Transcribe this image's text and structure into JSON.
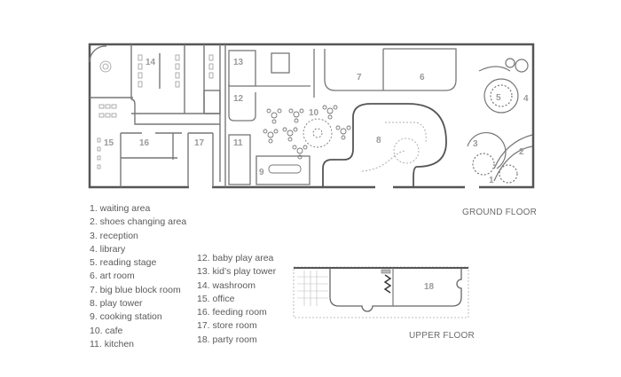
{
  "ground_floor": {
    "label": "GROUND FLOOR",
    "room_numbers": [
      "1",
      "2",
      "3",
      "4",
      "5",
      "6",
      "7",
      "8",
      "9",
      "10",
      "11",
      "12",
      "13",
      "14",
      "15",
      "16",
      "17"
    ]
  },
  "upper_floor": {
    "label": "UPPER FLOOR",
    "room_numbers": [
      "18"
    ]
  },
  "legend": {
    "items": [
      {
        "label": "1. waiting area"
      },
      {
        "label": "2. shoes changing area"
      },
      {
        "label": "3. reception"
      },
      {
        "label": "4. library"
      },
      {
        "label": "5. reading stage"
      },
      {
        "label": "6. art room"
      },
      {
        "label": "7. big blue block room"
      },
      {
        "label": "8. play tower"
      },
      {
        "label": "9. cooking station"
      },
      {
        "label": "10. cafe"
      },
      {
        "label": "11. kitchen"
      },
      {
        "label": "12. baby play area"
      },
      {
        "label": "13. kid’s play tower"
      },
      {
        "label": "14. washroom"
      },
      {
        "label": "15. office"
      },
      {
        "label": "16. feeding room"
      },
      {
        "label": "17. store room"
      },
      {
        "label": "18. party room"
      }
    ]
  },
  "colors": {
    "wall": "#555555",
    "line": "#8a8a8a",
    "label": "#9a9a9a",
    "text": "#5a5a5a"
  }
}
